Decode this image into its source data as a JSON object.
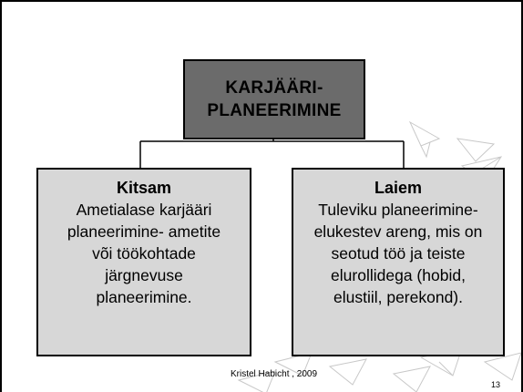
{
  "top_box": {
    "line1": "KARJÄÄRI-",
    "line2": "PLANEERIMINE"
  },
  "left_box": {
    "heading": "Kitsam",
    "lines": [
      "Ametialase karjääri",
      "planeerimine- ametite",
      "või töökohtade",
      "järgnevuse",
      "planeerimine."
    ]
  },
  "right_box": {
    "heading": "Laiem",
    "lines": [
      "Tuleviku planeerimine-",
      "elukestev areng, mis on",
      "seotud töö ja teiste",
      "elurollidega (hobid,",
      "elustiil, perekond)."
    ]
  },
  "footer": {
    "author": "Kristel Habicht , 2009",
    "page_number": "13"
  },
  "colors": {
    "top_box": "#6b6b6b",
    "side_boxes": "#d7d7d7"
  }
}
